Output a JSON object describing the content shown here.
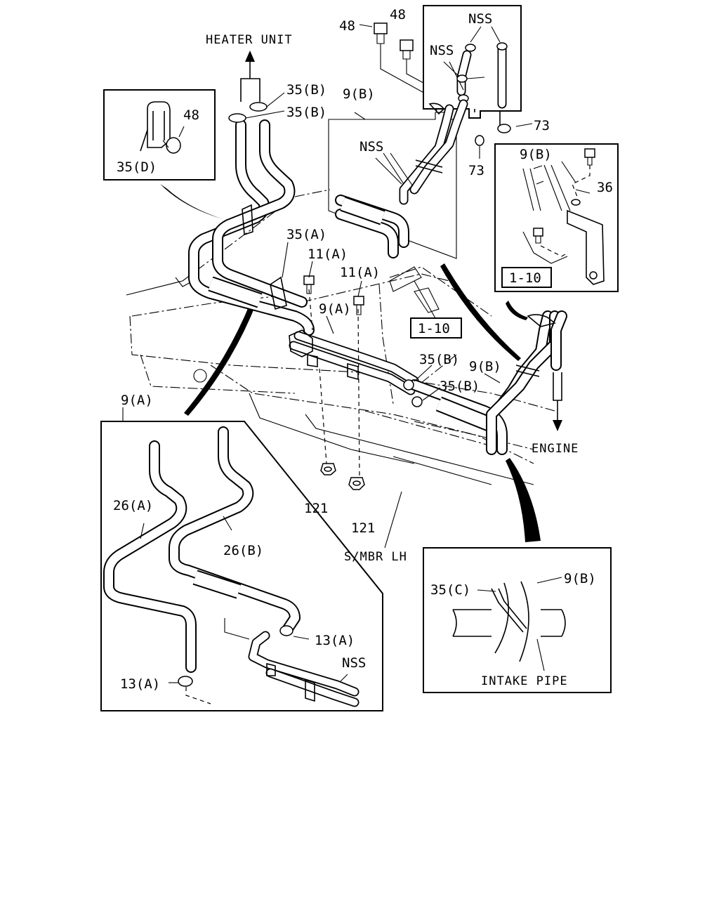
{
  "labels": {
    "heater_unit": "HEATER UNIT",
    "engine": "ENGINE",
    "smbr_lh": "S/MBR LH",
    "intake_pipe": "INTAKE PIPE",
    "p48_a": "48",
    "p48_b": "48",
    "p48_c": "48",
    "nss_top": "NSS",
    "nss_mid": "NSS",
    "nss_left": "NSS",
    "nss_inset": "NSS",
    "p35b_1": "35(B)",
    "p35b_2": "35(B)",
    "p35b_3": "35(B)",
    "p35b_4": "35(B)",
    "p35d": "35(D)",
    "p35a": "35(A)",
    "p35c": "35(C)",
    "p9b_top": "9(B)",
    "p9b_right": "9(B)",
    "p9b_lower": "9(B)",
    "p9b_intake": "9(B)",
    "p9a_mid": "9(A)",
    "p9a_inset": "9(A)",
    "p73_a": "73",
    "p73_b": "73",
    "p36": "36",
    "ref_1_10_a": "1-10",
    "ref_1_10_b": "1-10",
    "p11a_1": "11(A)",
    "p11a_2": "11(A)",
    "p121_1": "121",
    "p121_2": "121",
    "p26a": "26(A)",
    "p26b": "26(B)",
    "p13a_1": "13(A)",
    "p13a_2": "13(A)"
  }
}
